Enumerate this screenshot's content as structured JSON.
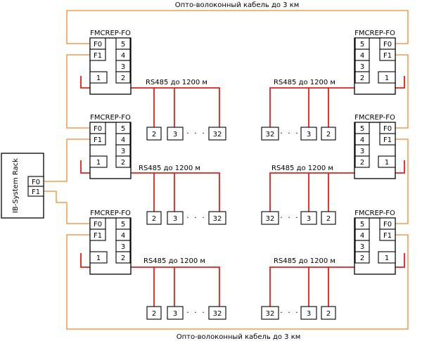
{
  "fiber_label": "Опто-волоконный кабель до 3 км",
  "rs485_label": "RS485 до 1200 м",
  "device_title": "FMCREP-FO",
  "rack": {
    "name": "IB-System Rack",
    "ports": [
      "F0",
      "F1"
    ]
  },
  "repeater_ports": {
    "fiber": [
      "F0",
      "F1"
    ],
    "rs485": [
      "5",
      "4",
      "3",
      "2",
      "1"
    ]
  },
  "bus_nodes": {
    "first": "2",
    "second": "3",
    "ellipsis": "· · ·",
    "last": "32"
  },
  "colors": {
    "fiber": "#f08a2a",
    "rs485": "#e0201c"
  }
}
